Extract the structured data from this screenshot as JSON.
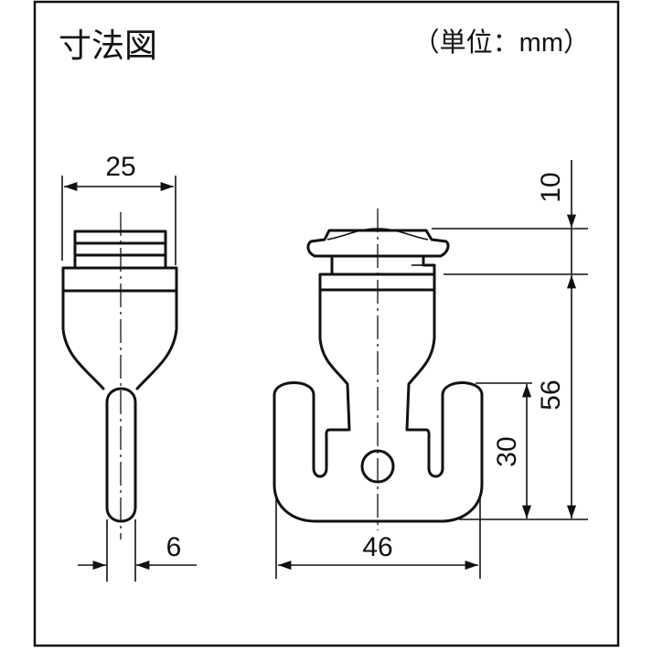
{
  "title": "寸法図",
  "unit_label": "（単位：mm）",
  "dimensions": {
    "width_side": "25",
    "stem_width": "6",
    "overall_width": "46",
    "cap_height": "10",
    "body_height": "56",
    "hook_height": "30"
  }
}
